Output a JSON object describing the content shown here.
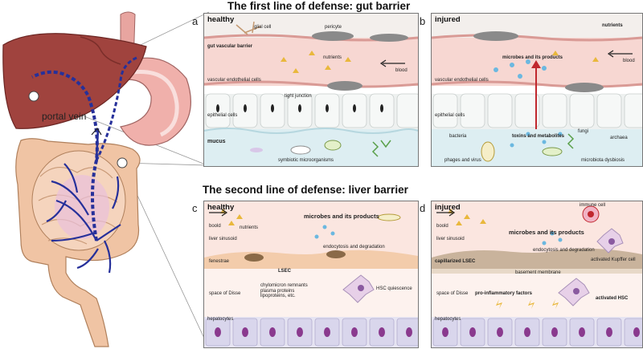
{
  "titles": {
    "top": "The first line of defense: gut barrier",
    "bottom": "The second line of defense: liver barrier"
  },
  "anatomy": {
    "portal_vein": "portal vein"
  },
  "panels": {
    "a": {
      "letter": "a",
      "state": "healthy",
      "labels": {
        "glial_cell": "glial cell",
        "pericyte": "pericyte",
        "gut_vascular_barrier": "gut vascular barrier",
        "nutrients": "nutrients",
        "blood": "blood",
        "vascular_endothelial_cells": "vascular endothelial cells",
        "tight_junction": "tight junction",
        "epithelial_cells": "epithelial cells",
        "mucus": "mucus",
        "symbiotic_microorganisms": "symbiotic microorganisms"
      }
    },
    "b": {
      "letter": "b",
      "state": "injured",
      "labels": {
        "nutrients": "nutrients",
        "blood": "blood",
        "microbes_products": "microbes and its products",
        "vascular_endothelial_cells": "vascular endothelial cells",
        "epithelial_cells": "epithelial cells",
        "bacteria": "bacteria",
        "toxins_metabolites": "toxins and metabolites",
        "fungi": "fungi",
        "archaea": "archaea",
        "phages_virus": "phages and virus",
        "microbiota_dysbiosis": "microbiota dysbiosis"
      }
    },
    "c": {
      "letter": "c",
      "state": "healthy",
      "labels": {
        "boold": "boold",
        "nutrients": "nutrients",
        "liver_sinusoid": "liver sinusoid",
        "microbes_products": "microbes and its products",
        "fenestrae": "fenestrae",
        "lsec": "LSEC",
        "endocytosis": "endocytosis and degradation",
        "chylomicron": "chylomicron remnants\nplasma proteins\nlipoproteins, etc.",
        "space_of_disse": "space of Disse",
        "hsc_quiescence": "HSC quiescence",
        "hepatocytes": "hepatocytes"
      }
    },
    "d": {
      "letter": "d",
      "state": "injured",
      "labels": {
        "boold": "boold",
        "liver_sinusoid": "liver sinusoid",
        "immune_cell": "immune cell",
        "microbes_products": "microbes and its products",
        "capillarized_lsec": "capillarized LSEC",
        "endocytosis": "endocytosis and degradation",
        "activated_kupffer": "activated Kupffer cell",
        "basement_membrane": "basement membrane",
        "space_of_disse": "space of Disse",
        "pro_inflammatory": "pro-inflammatory factors",
        "activated_hsc": "activated HSC",
        "hepatocytes": "hepatocytes"
      }
    }
  }
}
